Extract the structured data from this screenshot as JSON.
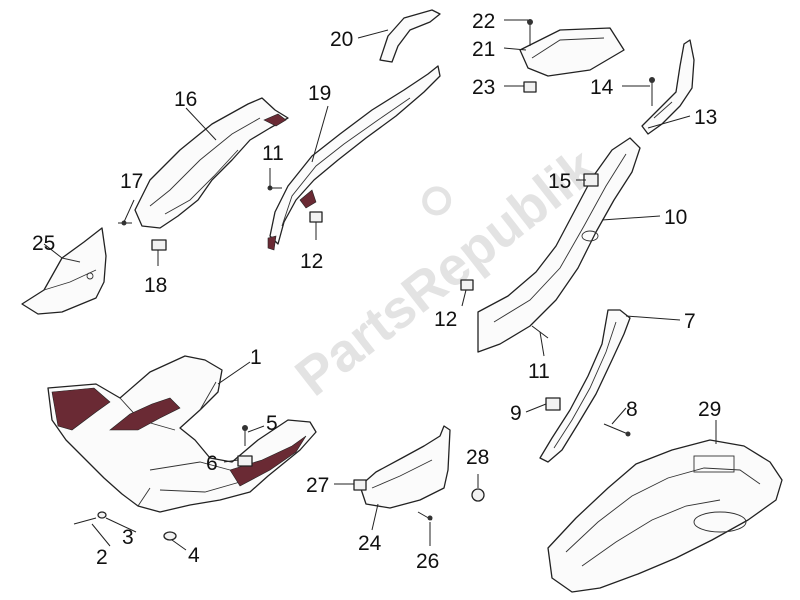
{
  "diagram": {
    "watermark": "PartsRepublik",
    "callouts": {
      "c1": "1",
      "c2": "2",
      "c3": "3",
      "c4": "4",
      "c5": "5",
      "c6": "6",
      "c7": "7",
      "c8": "8",
      "c9": "9",
      "c10": "10",
      "c11a": "11",
      "c11b": "11",
      "c12a": "12",
      "c12b": "12",
      "c13": "13",
      "c14": "14",
      "c15": "15",
      "c16": "16",
      "c17": "17",
      "c18": "18",
      "c19": "19",
      "c20": "20",
      "c21": "21",
      "c22": "22",
      "c23": "23",
      "c24": "24",
      "c25": "25",
      "c26": "26",
      "c27": "27",
      "c28": "28",
      "c29": "29"
    }
  }
}
